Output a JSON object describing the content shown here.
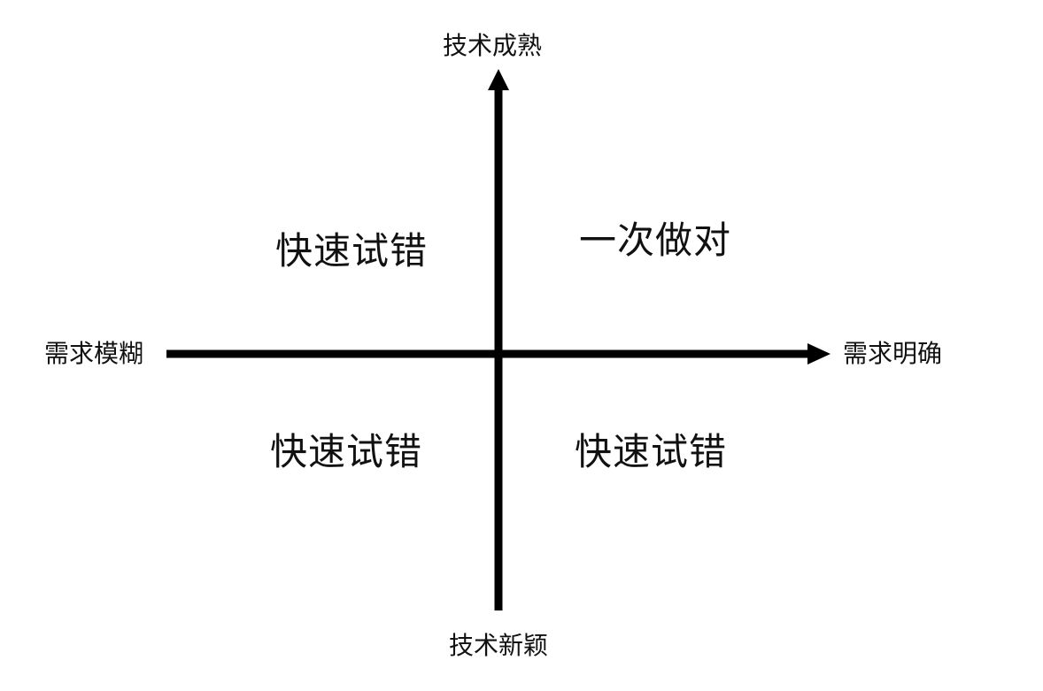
{
  "axes": {
    "top": "技术成熟",
    "bottom": "技术新颖",
    "left": "需求模糊",
    "right": "需求明确"
  },
  "quadrants": {
    "top_left": "快速试错",
    "top_right": "一次做对",
    "bottom_left": "快速试错",
    "bottom_right": "快速试错"
  },
  "colors": {
    "axis": "#000000",
    "text": "#111111",
    "background": "#ffffff"
  }
}
